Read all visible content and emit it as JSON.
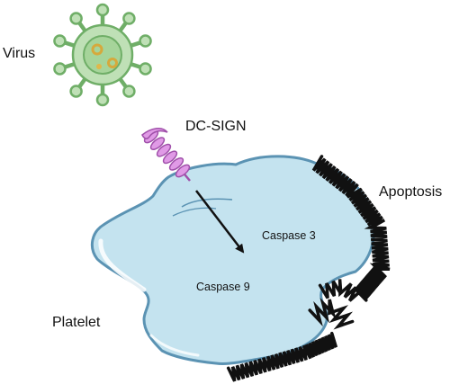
{
  "labels": {
    "virus": "Virus",
    "receptor": "DC-SIGN",
    "apoptosis": "Apoptosis",
    "caspase3": "Caspase 3",
    "caspase9": "Caspase 9",
    "platelet": "Platelet"
  },
  "colors": {
    "virus_fill": "#bfe0b6",
    "virus_stroke": "#6fae67",
    "virus_particle": "#e0b84a",
    "receptor_fill": "#e09ae6",
    "receptor_stroke": "#a050aa",
    "platelet_fill": "#c4e3ef",
    "platelet_stroke": "#5b93b3",
    "zigzag": "#111111",
    "arrow": "#111111"
  },
  "icons": [
    "virus-icon",
    "dc-sign-receptor-icon",
    "platelet-cell-icon",
    "signal-arrow-icon",
    "apoptosis-zigzag-edge"
  ]
}
